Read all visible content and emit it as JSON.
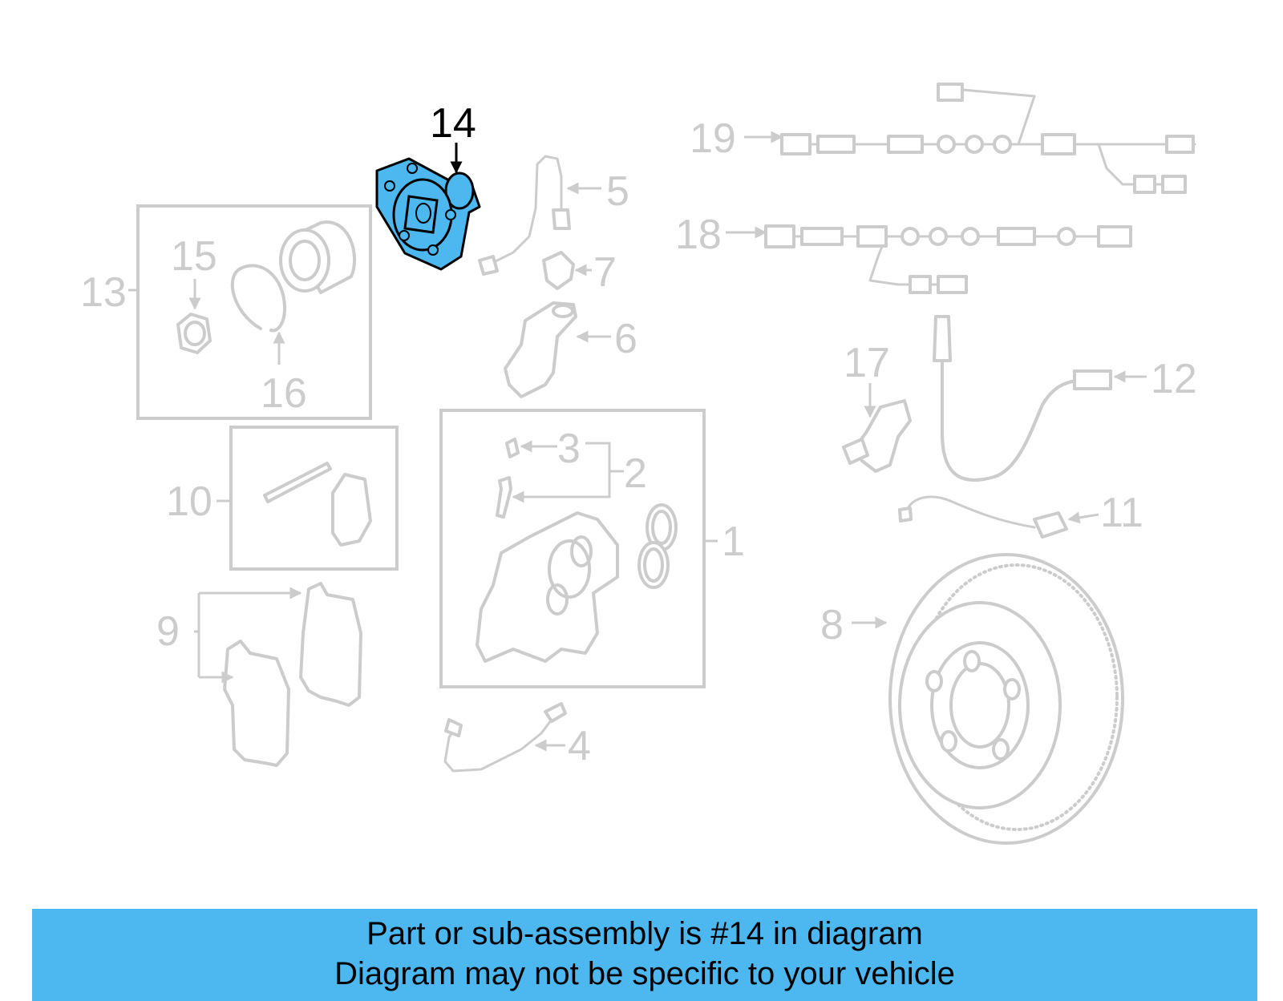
{
  "diagram": {
    "highlighted_part": "14",
    "highlight_color": "#4db8f0",
    "ghost_color": "#cccccc",
    "callouts": [
      "1",
      "2",
      "3",
      "4",
      "5",
      "6",
      "7",
      "8",
      "9",
      "10",
      "11",
      "12",
      "13",
      "14",
      "15",
      "16",
      "17",
      "18",
      "19"
    ]
  },
  "banner": {
    "line1": "Part or sub-assembly is #14 in diagram",
    "line2": "Diagram may not be specific to your vehicle",
    "background": "#4db8f0"
  }
}
